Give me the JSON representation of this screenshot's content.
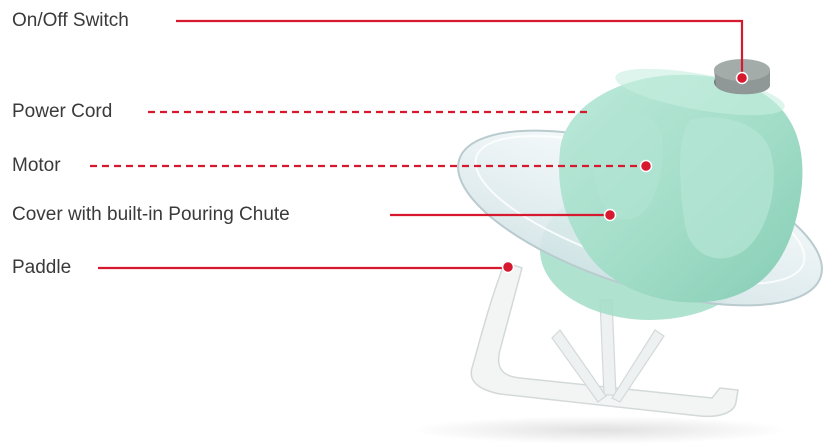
{
  "labels": {
    "switch": "On/Off Switch",
    "cord": "Power Cord",
    "motor": "Motor",
    "cover": "Cover with built-in Pouring Chute",
    "paddle": "Paddle"
  },
  "colors": {
    "leader": "#d6192f",
    "motor_body": "#a6e0cc",
    "motor_shade": "#7fc9b1",
    "switch_cap": "#8f9896",
    "cover_glass": "#e6f1f3",
    "paddle": "#f3f5f5",
    "text": "#3a3a3a"
  },
  "parts": [
    "on-off-switch",
    "power-cord",
    "motor",
    "cover-with-pouring-chute",
    "paddle"
  ]
}
